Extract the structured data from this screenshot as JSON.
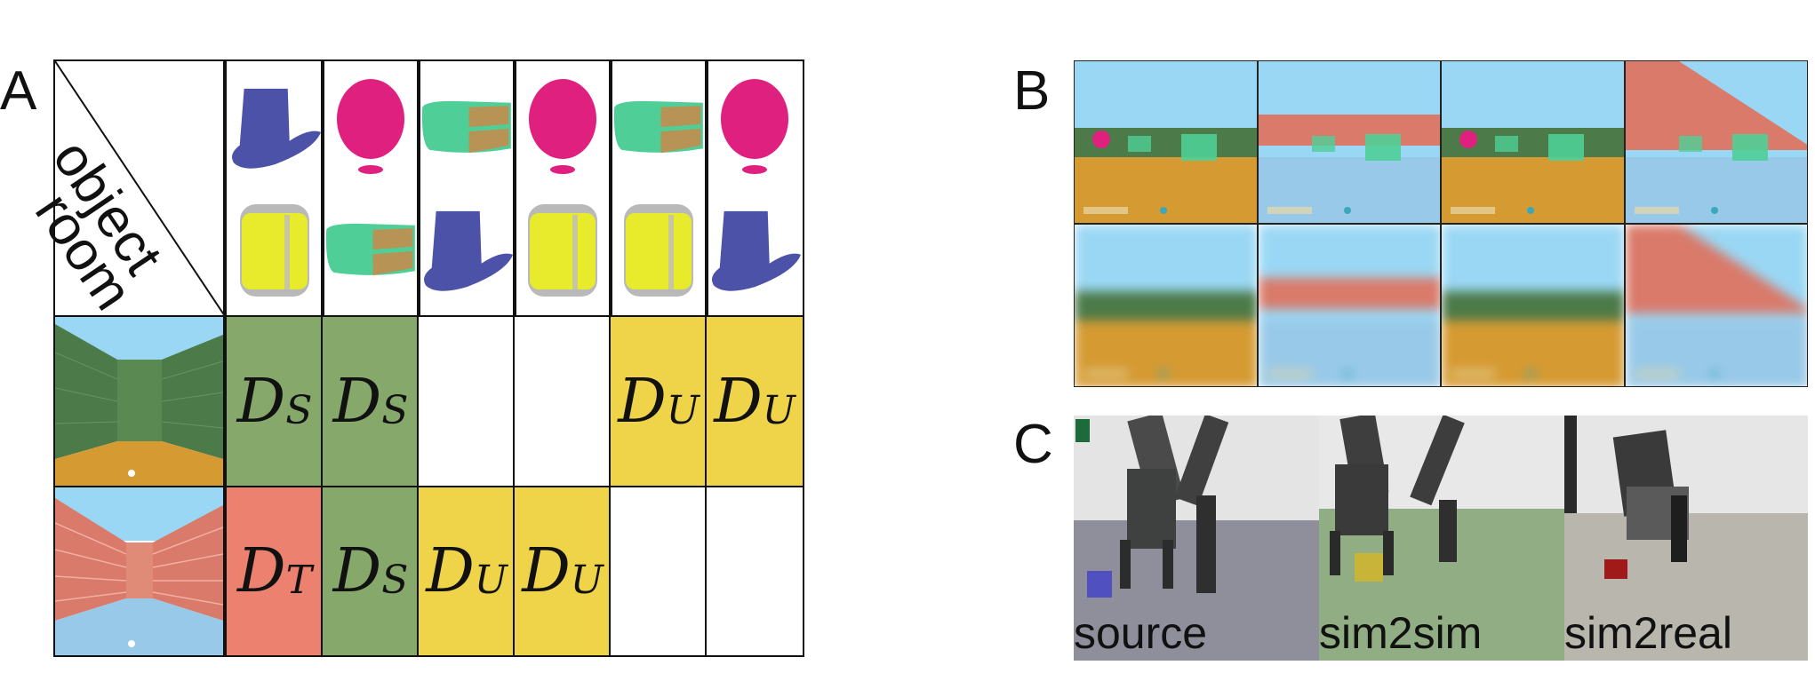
{
  "panels": {
    "a": "A",
    "b": "B",
    "c": "C"
  },
  "panel_a": {
    "corner_top": "object",
    "corner_bottom": "room",
    "object_columns": [
      {
        "top": "hat-icon",
        "bottom": "cylinder-icon"
      },
      {
        "top": "balloon-icon",
        "bottom": "cake-icon"
      },
      {
        "top": "cake-icon",
        "bottom": "hat-icon"
      },
      {
        "top": "balloon-icon",
        "bottom": "cylinder-icon"
      },
      {
        "top": "cake-icon",
        "bottom": "cylinder-icon"
      },
      {
        "top": "balloon-icon",
        "bottom": "hat-icon"
      }
    ],
    "rows": [
      {
        "room": "green-brick-room",
        "cells": [
          {
            "base": "D",
            "sub": "S",
            "color": "#86a96b"
          },
          {
            "base": "D",
            "sub": "S",
            "color": "#86a96b"
          },
          {
            "base": "",
            "sub": "",
            "color": "#ffffff"
          },
          {
            "base": "",
            "sub": "",
            "color": "#ffffff"
          },
          {
            "base": "D",
            "sub": "U",
            "color": "#efd44a"
          },
          {
            "base": "D",
            "sub": "U",
            "color": "#efd44a"
          }
        ]
      },
      {
        "room": "red-brick-room",
        "cells": [
          {
            "base": "D",
            "sub": "T",
            "color": "#ec8170"
          },
          {
            "base": "D",
            "sub": "S",
            "color": "#86a96b"
          },
          {
            "base": "D",
            "sub": "U",
            "color": "#efd44a"
          },
          {
            "base": "D",
            "sub": "U",
            "color": "#efd44a"
          },
          {
            "base": "",
            "sub": "",
            "color": "#ffffff"
          },
          {
            "base": "",
            "sub": "",
            "color": "#ffffff"
          }
        ]
      }
    ]
  },
  "panel_c": {
    "labels": [
      "source",
      "sim2sim",
      "sim2real"
    ]
  },
  "colors": {
    "sky": "#9ad7f4",
    "floor_orange": "#d59a32",
    "floor_blue": "#98c9e8",
    "wall_green": "#4c7a48",
    "wall_red": "#d97a6a",
    "hat": "#4b52a8",
    "balloon": "#e0207f",
    "cake": "#4fcf97",
    "cylinder": "#e8ea2c"
  }
}
